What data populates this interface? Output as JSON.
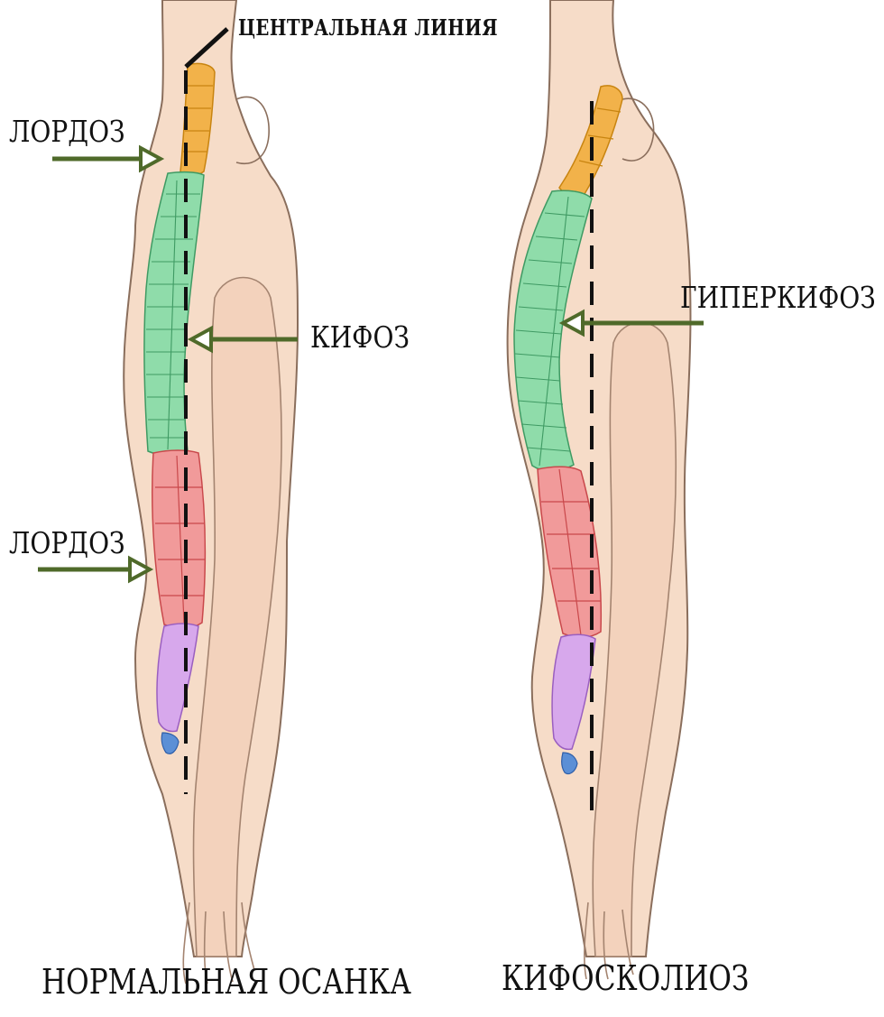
{
  "labels": {
    "central_line": "ЦЕНТРАЛЬНАЯ ЛИНИЯ",
    "lordosis_upper": "ЛОРДОЗ",
    "kyphosis": "КИФОЗ",
    "lordosis_lower": "ЛОРДОЗ",
    "hyperkyphosis": "ГИПЕРКИФОЗ"
  },
  "captions": {
    "left": "НОРМАЛЬНАЯ ОСАНКА",
    "right": "КИФОСКОЛИОЗ"
  },
  "colors": {
    "skin": "#f6dcc8",
    "skin_outline": "#8a6e5c",
    "cervical": "#f2b24a",
    "thoracic": "#8fdcaa",
    "lumbar": "#f19a9a",
    "sacrum": "#d7a8ec",
    "coccyx": "#5b8fd6",
    "arrow": "#4f6a2a",
    "center_line": "#111111"
  }
}
